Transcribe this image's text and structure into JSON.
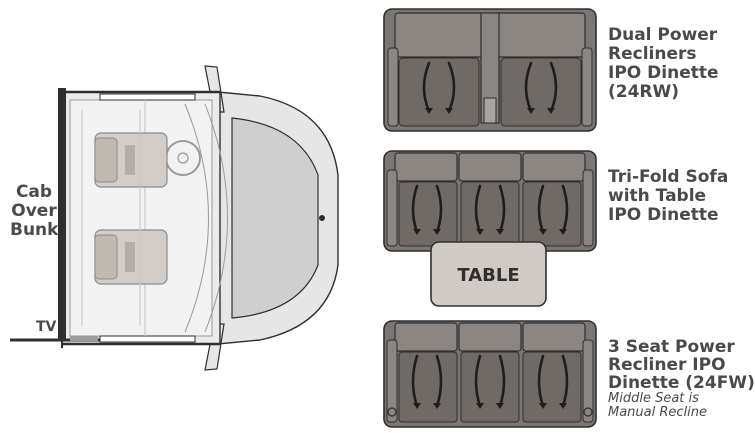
{
  "cab": {
    "side_label": [
      "Cab",
      "Over",
      "Bunk"
    ],
    "tv_label": "TV"
  },
  "options": [
    {
      "lines": [
        "Dual Power",
        "Recliners",
        "IPO Dinette",
        "(24RW)"
      ],
      "note": []
    },
    {
      "lines": [
        "Tri-Fold Sofa",
        "with Table",
        "IPO Dinette"
      ],
      "note": [],
      "table_label": "TABLE"
    },
    {
      "lines": [
        "3 Seat Power",
        "Recliner IPO",
        "Dinette (24FW)"
      ],
      "note": [
        "Middle Seat is",
        "Manual Recline"
      ]
    }
  ],
  "colors": {
    "seat_fill": "#7b7672",
    "seat_dark": "#55514e",
    "outline": "#2f2f2f",
    "table_fill": "#cfcac6",
    "label_text": "#4a4a4a"
  }
}
